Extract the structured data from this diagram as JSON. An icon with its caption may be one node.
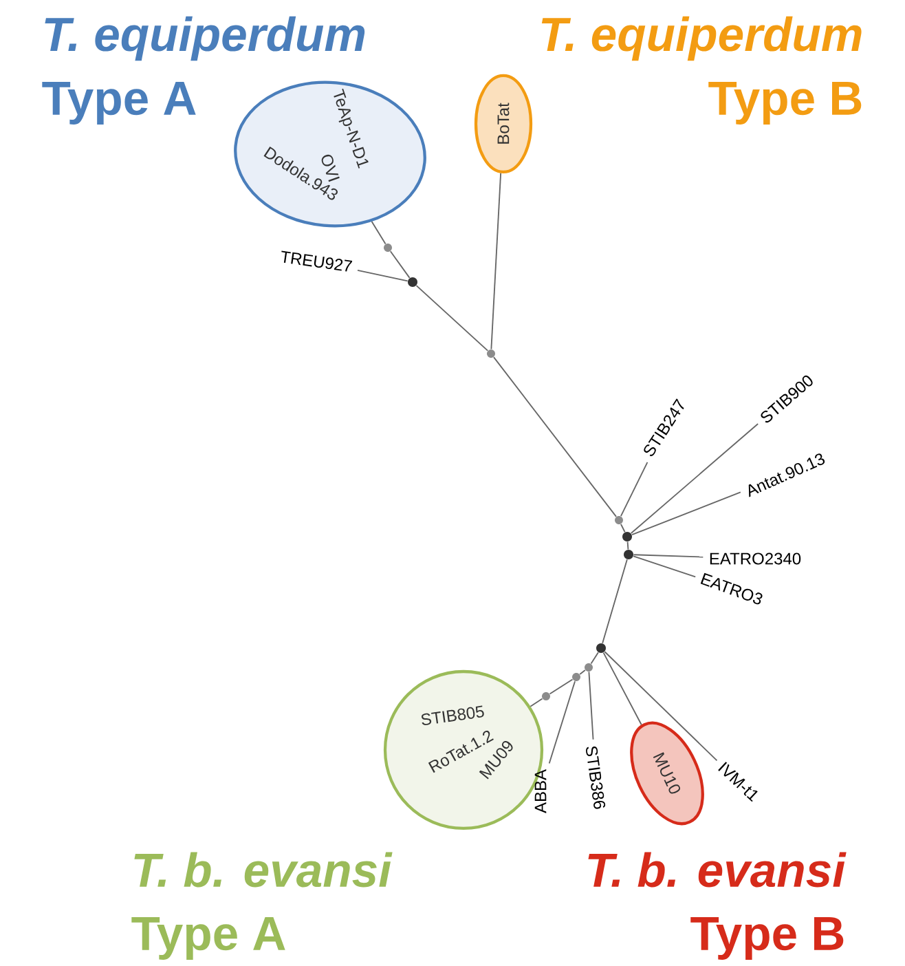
{
  "diagram": {
    "nodes": [
      {
        "text": [
          "TeAp-N-D1",
          "OVI",
          "Dodola.943"
        ]
      },
      {
        "text": [
          "BoTat"
        ]
      },
      {
        "text": [
          "TREU927"
        ]
      },
      {
        "text": [],
        "shape": "circle"
      },
      {
        "text": [],
        "shape": "circle"
      },
      {
        "text": [],
        "shape": "circle"
      },
      {
        "text": [
          "STIB247"
        ]
      },
      {
        "text": [
          "STIB900"
        ]
      },
      {
        "text": [
          "Antat.90.13"
        ]
      },
      {
        "text": [],
        "shape": "circle"
      },
      {
        "text": [],
        "shape": "circle"
      },
      {
        "text": [],
        "shape": "circle"
      },
      {
        "text": [
          "EATRO2340"
        ]
      },
      {
        "text": [
          "EATRO3"
        ]
      },
      {
        "text": [],
        "shape": "circle"
      },
      {
        "text": [],
        "shape": "circle"
      },
      {
        "text": [],
        "shape": "circle"
      },
      {
        "text": [],
        "shape": "circle"
      },
      {
        "text": [
          "STIB805",
          "RoTat.1.2",
          "MU09"
        ]
      },
      {
        "text": [
          "ABBA"
        ]
      },
      {
        "text": [
          "STIB386"
        ]
      },
      {
        "text": [
          "MU10"
        ]
      },
      {
        "text": [
          "IVM-t1"
        ]
      }
    ],
    "edges": [
      {
        "from": 3,
        "to": 0,
        "arrow": "none"
      },
      {
        "from": 4,
        "to": 3,
        "arrow": "none"
      },
      {
        "from": 4,
        "to": 2,
        "arrow": "none"
      },
      {
        "from": 5,
        "to": 4,
        "arrow": "none"
      },
      {
        "from": 5,
        "to": 1,
        "arrow": "none"
      },
      {
        "from": 9,
        "to": 5,
        "arrow": "none"
      },
      {
        "from": 9,
        "to": 6,
        "arrow": "none"
      },
      {
        "from": 10,
        "to": 9,
        "arrow": "none"
      },
      {
        "from": 10,
        "to": 7,
        "arrow": "none"
      },
      {
        "from": 10,
        "to": 8,
        "arrow": "none"
      },
      {
        "from": 11,
        "to": 10,
        "arrow": "none"
      },
      {
        "from": 11,
        "to": 12,
        "arrow": "none"
      },
      {
        "from": 11,
        "to": 13,
        "arrow": "none"
      },
      {
        "from": 14,
        "to": 11,
        "arrow": "none"
      },
      {
        "from": 14,
        "to": 15,
        "arrow": "none"
      },
      {
        "from": 15,
        "to": 16,
        "arrow": "none"
      },
      {
        "from": 16,
        "to": 17,
        "arrow": "none"
      },
      {
        "from": 17,
        "to": 18,
        "arrow": "none"
      },
      {
        "from": 16,
        "to": 19,
        "arrow": "none"
      },
      {
        "from": 15,
        "to": 20,
        "arrow": "none"
      },
      {
        "from": 14,
        "to": 21,
        "arrow": "none"
      },
      {
        "from": 14,
        "to": 22,
        "arrow": "none"
      }
    ],
    "labels": [
      "T. equiperdum",
      "Type A",
      "T. equiperdum",
      "Type B",
      "T. b. evansi",
      "Type A",
      "T. b. evansi",
      "Type B"
    ]
  }
}
